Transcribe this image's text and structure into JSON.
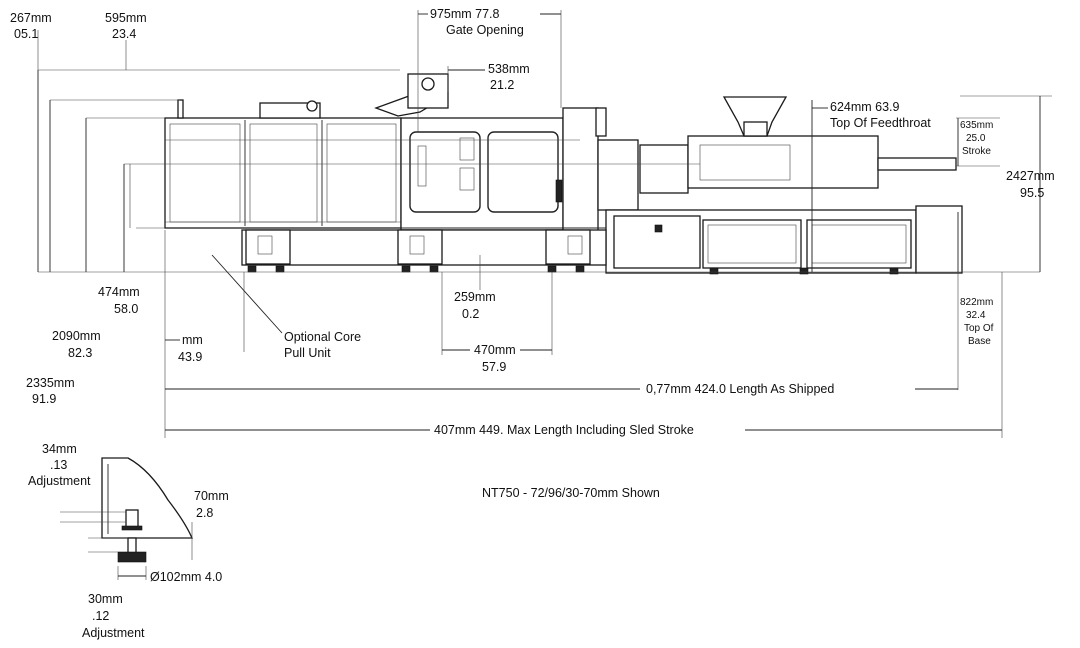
{
  "labels": {
    "dim_267_a": "267mm",
    "dim_267_b": "05.1",
    "dim_595_a": "595mm",
    "dim_595_b": "23.4",
    "gate_a": "975mm 77.8",
    "gate_b": "Gate Opening",
    "dim_538_a": "538mm",
    "dim_538_b": "21.2",
    "feed_a": "624mm 63.9",
    "feed_b": "Top Of Feedthroat",
    "stroke_a": "635mm",
    "stroke_b": "25.0",
    "stroke_c": "Stroke",
    "height_a": "2427mm",
    "height_b": "95.5",
    "dim_474_a": "474mm",
    "dim_474_b": "58.0",
    "dim_2090_a": "2090mm",
    "dim_2090_b": "82.3",
    "dim_2335_a": "2335mm",
    "dim_2335_b": "91.9",
    "dim_1mm_a": "mm",
    "dim_1mm_b": "43.9",
    "core_a": "Optional Core",
    "core_b": "Pull Unit",
    "dim_259_a": "259mm",
    "dim_259_b": "0.2",
    "dim_470_a": "470mm",
    "dim_470_b": "57.9",
    "base_a": "822mm",
    "base_b": "32.4",
    "base_c": "Top Of",
    "base_d": "Base",
    "shipped": "0,77mm 424.0 Length As Shipped",
    "maxlen": "407mm 449. Max Length Including Sled Stroke",
    "model": "NT750 - 72/96/30-70mm Shown",
    "adj1_a": "34mm",
    "adj1_b": ".13",
    "adj1_c": "Adjustment",
    "d70_a": "70mm",
    "d70_b": "2.8",
    "d102": "Ø102mm 4.0",
    "adj2_a": "30mm",
    "adj2_b": ".12",
    "adj2_c": "Adjustment"
  }
}
